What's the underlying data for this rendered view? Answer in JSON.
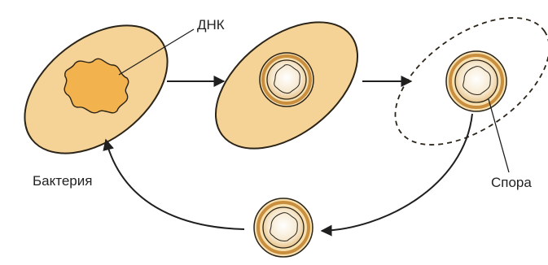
{
  "labels": {
    "dna": "ДНК",
    "bacterium": "Бактерия",
    "spore": "Спора"
  },
  "colors": {
    "cell_fill": "#f5d295",
    "cell_stroke": "#2b2418",
    "dna_fill": "#f2b24d",
    "spore_ring": "#c98f3f",
    "arrow": "#1f1f1f"
  }
}
